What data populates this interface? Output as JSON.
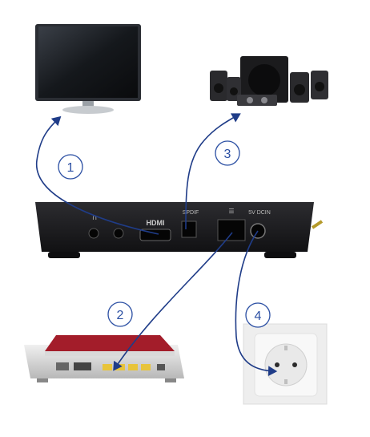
{
  "diagram": {
    "step_labels": [
      "1",
      "2",
      "3",
      "4"
    ],
    "port_labels": {
      "headphone": "∩",
      "hdmi": "HDMI",
      "spdif": "SPDIF",
      "lan": "☰",
      "power": "5V DCIN"
    },
    "colors": {
      "arrow": "#1f3c88",
      "circle_stroke": "#2b4fa3",
      "box_body": "#1f1f22",
      "router_red": "#a31d2a",
      "router_ports": "#e8c43a"
    },
    "icons": [
      "tv-icon",
      "speaker-system-icon",
      "router-icon",
      "wall-socket-icon"
    ]
  }
}
